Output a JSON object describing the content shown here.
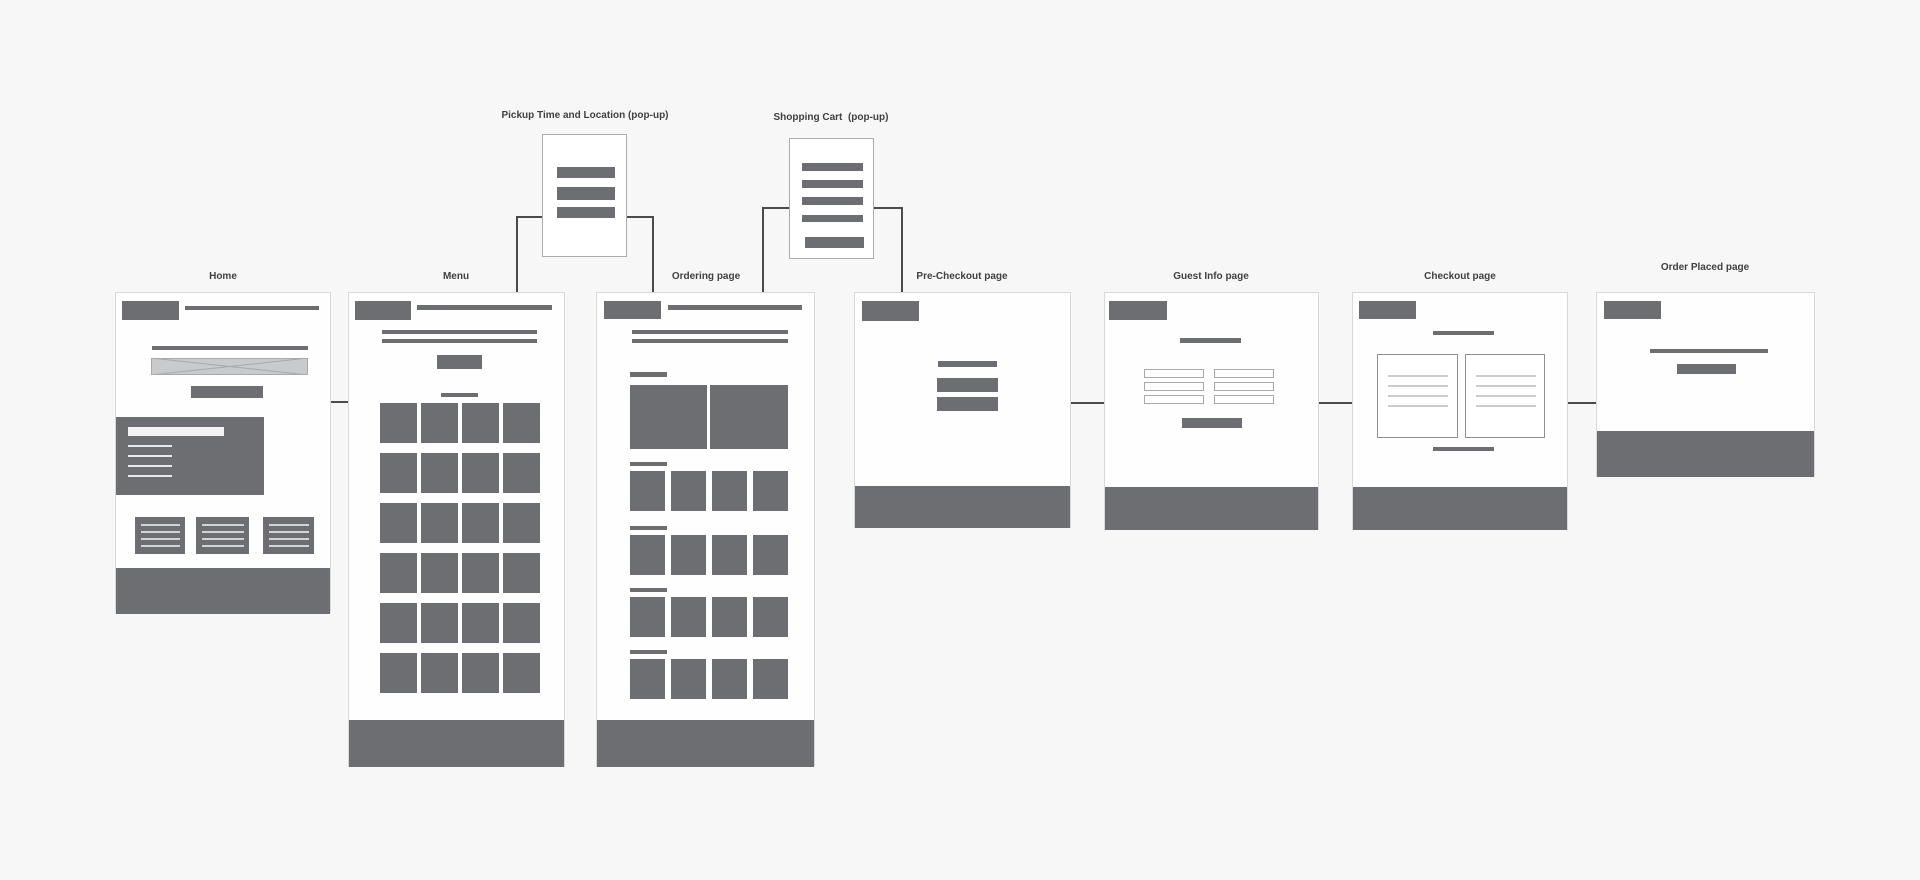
{
  "nodes": {
    "home": {
      "label": "Home"
    },
    "menu": {
      "label": "Menu"
    },
    "ordering": {
      "label": "Ordering page"
    },
    "pickup_popup": {
      "label": "Pickup Time and Location (pop-up)"
    },
    "cart_popup": {
      "label": "Shopping Cart  (pop-up)"
    },
    "pre_checkout": {
      "label": "Pre-Checkout page"
    },
    "guest_info": {
      "label": "Guest Info page"
    },
    "checkout": {
      "label": "Checkout page"
    },
    "order_placed": {
      "label": "Order Placed page"
    }
  },
  "colors": {
    "background": "#f7f7f8",
    "frame_fill": "#fefefe",
    "frame_border": "#d8d9da",
    "placeholder_dark": "#6d6e71",
    "placeholder_light": "#c9cacc",
    "outline_border": "#a7a9ac",
    "connector": "#4b4b4d",
    "label_text": "#404042"
  }
}
